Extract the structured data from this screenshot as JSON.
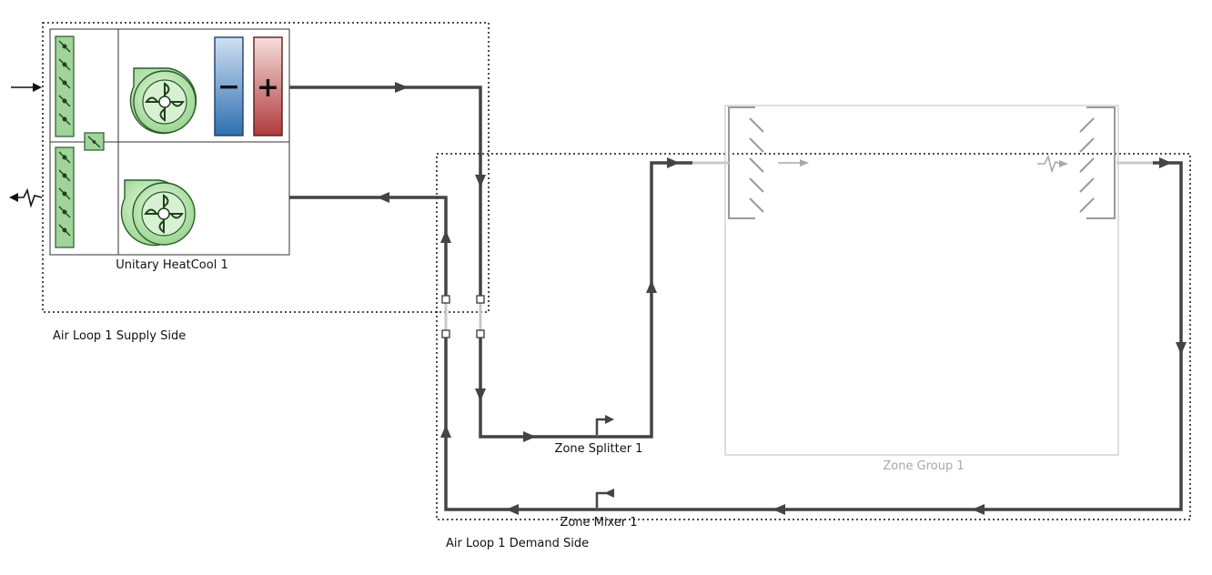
{
  "labels": {
    "supply_side": "Air Loop 1 Supply Side",
    "demand_side": "Air Loop 1 Demand Side",
    "unitary": "Unitary HeatCool 1",
    "zone_splitter": "Zone Splitter 1",
    "zone_mixer": "Zone Mixer 1",
    "zone_group": "Zone Group 1"
  },
  "icons": {
    "cooling_coil_symbol": "−",
    "heating_coil_symbol": "+"
  },
  "colors": {
    "pipe": "#444444",
    "inactive_gray": "#a8a8a8",
    "damper_green": "#9fd49a",
    "fan_green": "#b9e6b0",
    "cooling_blue_top": "#b9d3ec",
    "cooling_blue_bottom": "#2f6fb0",
    "heating_red_top": "#f2c8c8",
    "heating_red_bottom": "#b03a3a"
  }
}
